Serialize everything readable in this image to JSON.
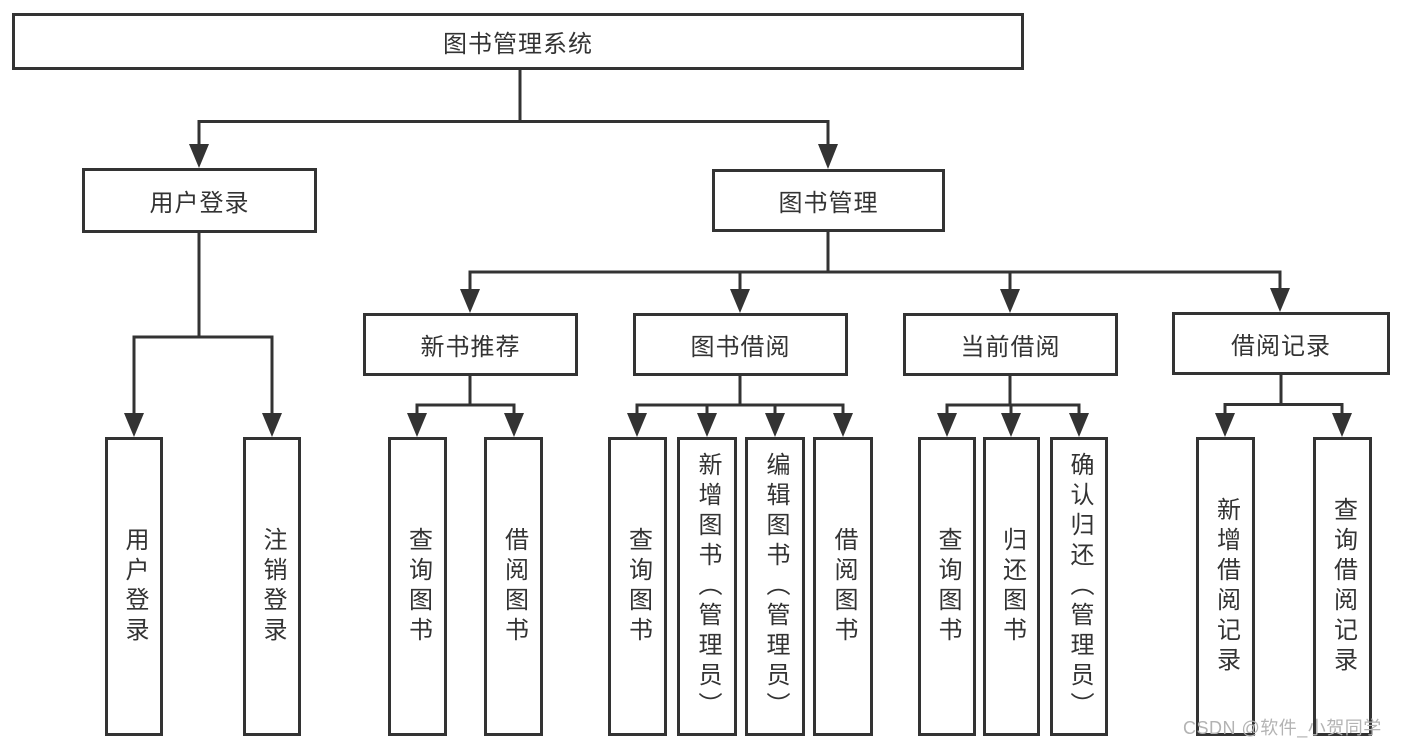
{
  "nodes": {
    "root": "图书管理系统",
    "user_login": "用户登录",
    "book_mgmt": "图书管理",
    "new_book_rec": "新书推荐",
    "book_borrow": "图书借阅",
    "current_borrow": "当前借阅",
    "borrow_records": "借阅记录",
    "ul_login": "用户登录",
    "ul_logout": "注销登录",
    "nb_query": "查询图书",
    "nb_borrow": "借阅图书",
    "bb_query": "查询图书",
    "bb_add": "新增图书（管理员）",
    "bb_edit": "编辑图书（管理员）",
    "bb_borrow": "借阅图书",
    "cb_query": "查询图书",
    "cb_return": "归还图书",
    "cb_confirm": "确认归还（管理员）",
    "br_add": "新增借阅记录",
    "br_query": "查询借阅记录"
  },
  "watermark": "CSDN @软件_小贺同学",
  "colors": {
    "line": "#333333",
    "text": "#333333",
    "box_fill": "#ffffff",
    "watermark": "#b3b3b3",
    "background": "#ffffff"
  }
}
